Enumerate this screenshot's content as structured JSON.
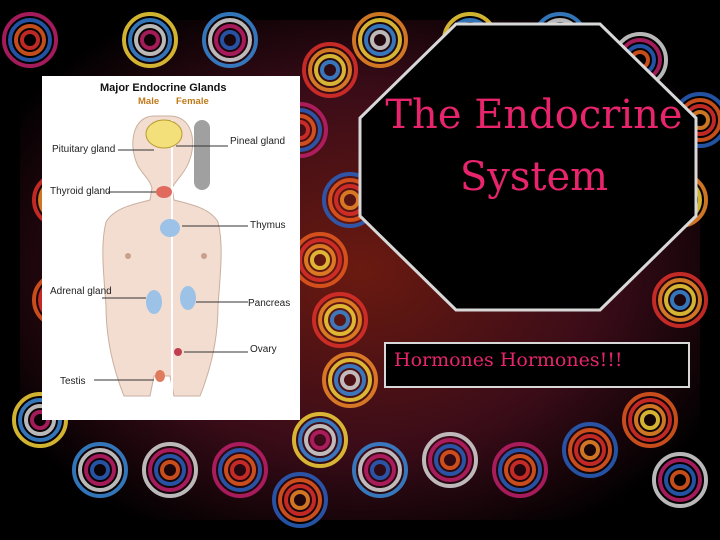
{
  "slide": {
    "title_line1": "The Endocrine",
    "title_line2": "System",
    "subtitle": "Hormones Hormones!!!",
    "accent_color": "#e8246c"
  },
  "diagram": {
    "title": "Major Endocrine Glands",
    "male_label": "Male",
    "female_label": "Female",
    "labels": {
      "pituitary": "Pituitary gland",
      "pineal": "Pineal gland",
      "thyroid": "Thyroid gland",
      "thymus": "Thymus",
      "adrenal": "Adrenal gland",
      "pancreas": "Pancreas",
      "ovary": "Ovary",
      "testis": "Testis"
    }
  }
}
